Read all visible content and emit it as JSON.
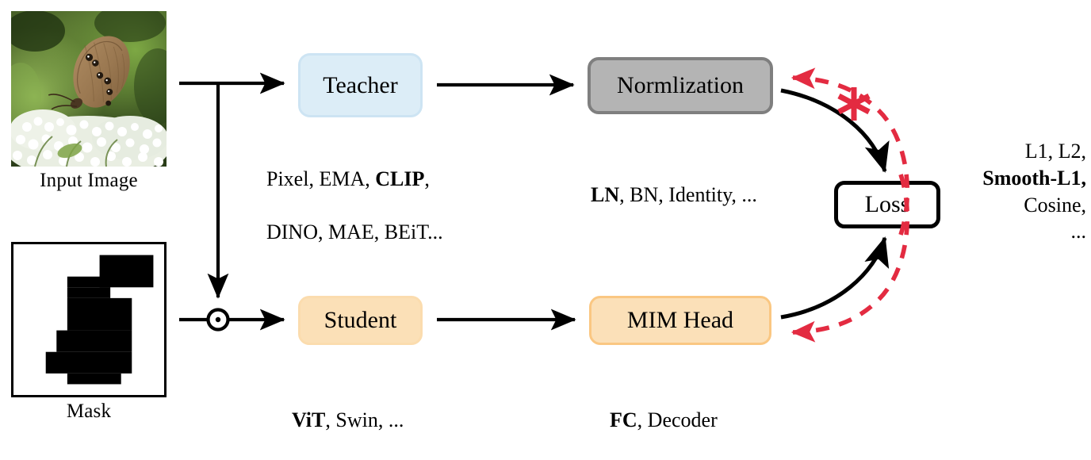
{
  "figure": {
    "title": "Masked Image Modeling framework diagram",
    "colors": {
      "teacher_fill": "#dcedf7",
      "teacher_border": "#cde4f3",
      "student_fill": "#fbe0b7",
      "student_border": "#fbdcae",
      "norm_fill": "#b4b4b4",
      "norm_border": "#7f7f7f",
      "mim_fill": "#fbe0b8",
      "mim_border": "#fac782",
      "loss_fill": "#ffffff",
      "loss_border": "#000000",
      "forward_arrow": "#000000",
      "gradient_arrow": "#e32b41",
      "stopgrad_marker": "#e32b41"
    }
  },
  "inputs": {
    "image_caption": "Input Image",
    "mask_caption": "Mask"
  },
  "nodes": {
    "teacher": "Teacher",
    "student": "Student",
    "normalization": "Normlization",
    "mim_head": "MIM Head",
    "loss": "Loss"
  },
  "annotations": {
    "teacher_options_line1_a": "Pixel, EMA, ",
    "teacher_options_line1_b": "CLIP",
    "teacher_options_line1_c": ",",
    "teacher_options_line2": "DINO, MAE, BEiT...",
    "norm_options_a": "LN",
    "norm_options_b": ", BN, Identity, ...",
    "student_options_a": "ViT",
    "student_options_b": ", Swin, ...",
    "mim_options_a": "FC",
    "mim_options_b": ", Decoder",
    "loss_options": {
      "line1": "L1, L2,",
      "line2": "Smooth-L1,",
      "line3": "Cosine,",
      "line4": "..."
    }
  },
  "operators": {
    "elementwise_product": "⊙"
  }
}
